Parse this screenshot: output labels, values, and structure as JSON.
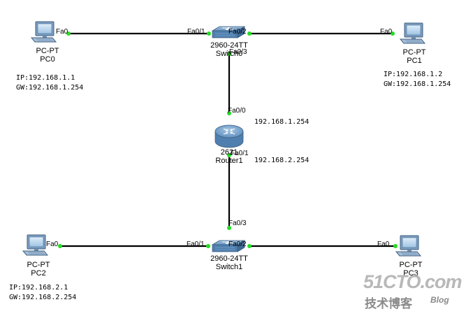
{
  "colors": {
    "link": "#000000",
    "port_led": "#22dd22",
    "device_blue": "#5f8fbf",
    "watermark": "#b8b8b8",
    "watermark_dark": "#8a8a8a"
  },
  "devices": {
    "pc0": {
      "model": "PC-PT",
      "name": "PC0",
      "icon": "pc-icon"
    },
    "pc1": {
      "model": "PC-PT",
      "name": "PC1",
      "icon": "pc-icon"
    },
    "pc2": {
      "model": "PC-PT",
      "name": "PC2",
      "icon": "pc-icon"
    },
    "pc3": {
      "model": "PC-PT",
      "name": "PC3",
      "icon": "pc-icon"
    },
    "switch0": {
      "model": "2960-24TT",
      "name": "Switch0",
      "icon": "switch-icon"
    },
    "switch1": {
      "model": "2960-24TT",
      "name": "Switch1",
      "icon": "switch-icon"
    },
    "router1": {
      "model": "2621",
      "name": "Router1",
      "icon": "router-icon"
    }
  },
  "ports": {
    "pc0_fa0": "Fa0",
    "pc1_fa0": "Fa0",
    "pc2_fa0": "Fa0",
    "pc3_fa0": "Fa0",
    "sw0_fa01": "Fa0/1",
    "sw0_fa02": "Fa0/2",
    "sw0_fa03": "Fa0/3",
    "sw1_fa01": "Fa0/1",
    "sw1_fa02": "Fa0/2",
    "sw1_fa03": "Fa0/3",
    "r1_fa00": "Fa0/0",
    "r1_fa01": "Fa0/1"
  },
  "notes": {
    "pc0_ip": "IP:192.168.1.1",
    "pc0_gw": "GW:192.168.1.254",
    "pc1_ip": "IP:192.168.1.2",
    "pc1_gw": "GW:192.168.1.254",
    "pc2_ip": "IP:192.168.2.1",
    "pc2_gw": "GW:192.168.2.254",
    "r1_fa00_ip": "192.168.1.254",
    "r1_fa01_ip": "192.168.2.254"
  },
  "watermark": {
    "main": "51CTO.com",
    "sub": "技术博客",
    "blog": "Blog"
  }
}
